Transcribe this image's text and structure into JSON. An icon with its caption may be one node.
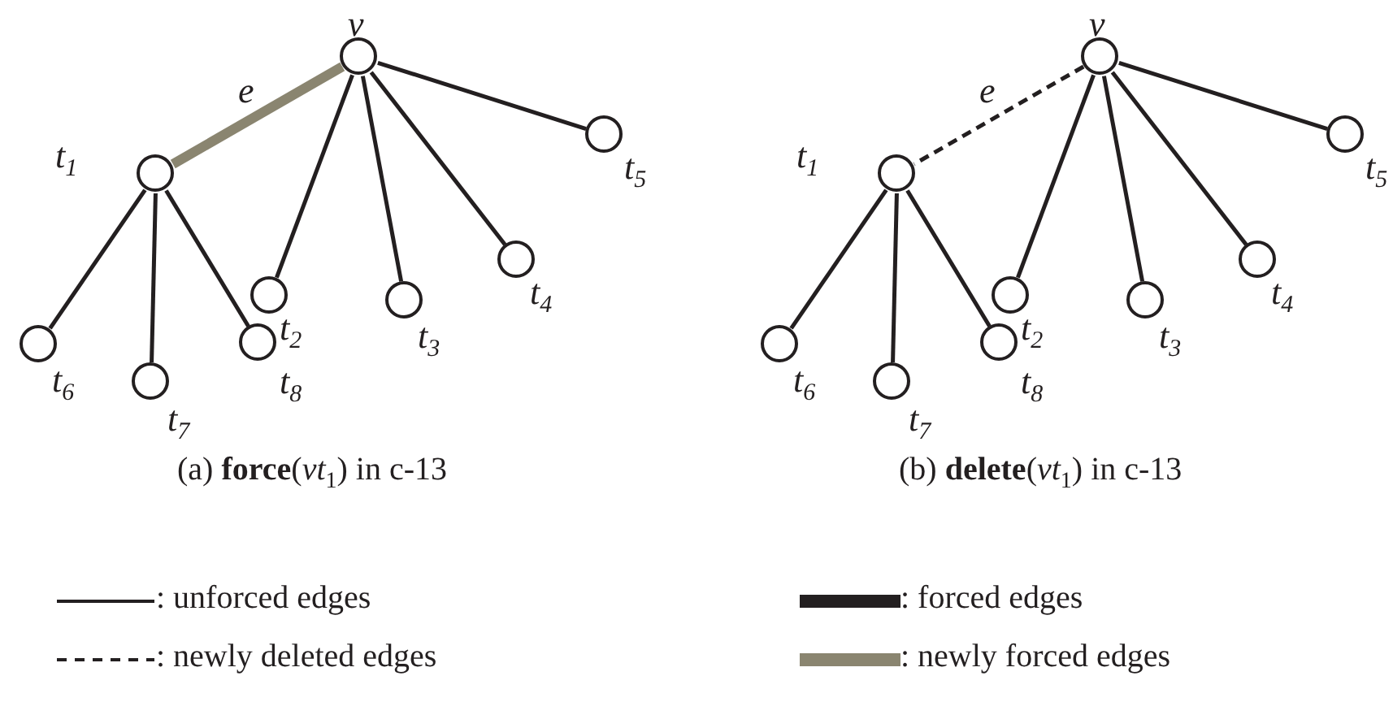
{
  "diagram": {
    "nodes": [
      {
        "text": [],
        "shape": "circle",
        "beside": [
          "v"
        ]
      },
      {
        "text": [],
        "shape": "circle",
        "beside": [
          "t$_{1}$"
        ]
      },
      {
        "text": [],
        "shape": "circle",
        "beside": [
          "t$_{2}$"
        ]
      },
      {
        "text": [],
        "shape": "circle",
        "beside": [
          "t$_{3}$"
        ]
      },
      {
        "text": [],
        "shape": "circle",
        "beside": [
          "t$_{4}$"
        ]
      },
      {
        "text": [],
        "shape": "circle",
        "beside": [
          "t$_{5}$"
        ]
      },
      {
        "text": [],
        "shape": "circle",
        "beside": [
          "t$_{6}$"
        ]
      },
      {
        "text": [],
        "shape": "circle",
        "beside": [
          "t$_{7}$"
        ]
      },
      {
        "text": [],
        "shape": "circle",
        "beside": [
          "t$_{8}$"
        ]
      },
      {
        "text": [],
        "shape": "circle",
        "beside": [
          "v"
        ]
      },
      {
        "text": [],
        "shape": "circle",
        "beside": [
          "t$_{1}$"
        ]
      },
      {
        "text": [],
        "shape": "circle",
        "beside": [
          "t$_{2}$"
        ]
      },
      {
        "text": [],
        "shape": "circle",
        "beside": [
          "t$_{3}$"
        ]
      },
      {
        "text": [],
        "shape": "circle",
        "beside": [
          "t$_{4}$"
        ]
      },
      {
        "text": [],
        "shape": "circle",
        "beside": [
          "t$_{5}$"
        ]
      },
      {
        "text": [],
        "shape": "circle",
        "beside": [
          "t$_{6}$"
        ]
      },
      {
        "text": [],
        "shape": "circle",
        "beside": [
          "t$_{7}$"
        ]
      },
      {
        "text": [],
        "shape": "circle",
        "beside": [
          "t$_{8}$"
        ]
      }
    ],
    "edges": [
      {
        "from": 0,
        "to": 1,
        "arrow": "none",
        "label": "e",
        "style": "thick",
        "color": "#8a8570"
      },
      {
        "from": 0,
        "to": 2,
        "arrow": "none"
      },
      {
        "from": 0,
        "to": 3,
        "arrow": "none"
      },
      {
        "from": 0,
        "to": 4,
        "arrow": "none"
      },
      {
        "from": 0,
        "to": 5,
        "arrow": "none"
      },
      {
        "from": 1,
        "to": 6,
        "arrow": "none"
      },
      {
        "from": 1,
        "to": 7,
        "arrow": "none"
      },
      {
        "from": 1,
        "to": 8,
        "arrow": "none"
      },
      {
        "from": 9,
        "to": 10,
        "arrow": "none",
        "label": "e",
        "style": "dashed"
      },
      {
        "from": 9,
        "to": 11,
        "arrow": "none"
      },
      {
        "from": 9,
        "to": 12,
        "arrow": "none"
      },
      {
        "from": 9,
        "to": 13,
        "arrow": "none"
      },
      {
        "from": 9,
        "to": 14,
        "arrow": "none"
      },
      {
        "from": 10,
        "to": 15,
        "arrow": "none"
      },
      {
        "from": 10,
        "to": 16,
        "arrow": "none"
      },
      {
        "from": 10,
        "to": 17,
        "arrow": "none"
      }
    ],
    "labels": [
      "(a) **force**(*vt*$_{1}$) in c-13",
      "(b) **delete**(*vt*$_{1}$) in c-13"
    ],
    "legend": [
      {
        "text": ": unforced edges"
      },
      {
        "text": ": forced edges",
        "color": "#231f20"
      },
      {
        "text": ": newly deleted edges"
      },
      {
        "text": ": newly forced edges",
        "color": "#8a8570"
      }
    ]
  }
}
